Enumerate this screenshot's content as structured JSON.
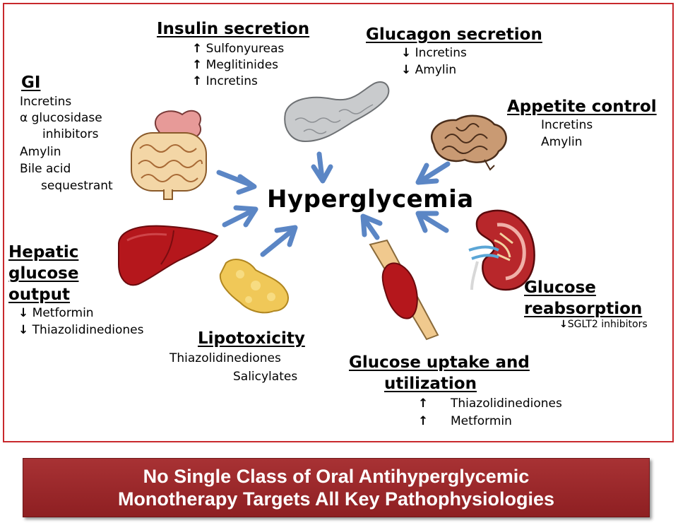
{
  "center": "Hyperglycemia",
  "insulin": {
    "title": "Insulin secretion",
    "items": [
      {
        "mark": "↑",
        "text": "Sulfonyureas"
      },
      {
        "mark": "↑",
        "text": "Meglitinides"
      },
      {
        "mark": "↑",
        "text": "Incretins"
      }
    ]
  },
  "glucagon": {
    "title": "Glucagon secretion",
    "items": [
      {
        "mark": "↓",
        "text": "Incretins"
      },
      {
        "mark": "↓",
        "text": "Amylin"
      }
    ]
  },
  "gi": {
    "title": "GI",
    "lines": [
      "Incretins",
      "α glucosidase",
      "inhibitors",
      "Amylin",
      "Bile acid",
      "sequestrant"
    ]
  },
  "appetite": {
    "title": "Appetite control",
    "lines": [
      "Incretins",
      "Amylin"
    ]
  },
  "hepatic": {
    "title_lines": [
      "Hepatic",
      "glucose",
      "output"
    ],
    "items": [
      {
        "mark": "↓",
        "text": "Metformin"
      },
      {
        "mark": "↓",
        "text": "Thiazolidinediones"
      }
    ]
  },
  "lipotoxicity": {
    "title": "Lipotoxicity",
    "lines": [
      "Thiazolidinediones",
      "Salicylates"
    ]
  },
  "reabsorption": {
    "title_lines": [
      "Glucose",
      "reabsorption"
    ],
    "item": {
      "mark": "↓",
      "text": "SGLT2 inhibitors"
    }
  },
  "uptake": {
    "title_lines": [
      "Glucose uptake and",
      "utilization"
    ],
    "items": [
      {
        "mark": "↑",
        "text": "Thiazolidinediones"
      },
      {
        "mark": "↑",
        "text": "Metformin"
      }
    ]
  },
  "banner": {
    "line1": "No Single Class of Oral Antihyperglycemic",
    "line2": "Monotherapy Targets All Key Pathophysiologies"
  },
  "colors": {
    "frame": "#c8282c",
    "arrow": "#5b86c5",
    "banner": "#9b2a2c",
    "organ_red": "#b5171c"
  },
  "icons": [
    "intestine-icon",
    "pancreas-icon",
    "brain-icon",
    "liver-icon",
    "fat-tissue-icon",
    "muscle-icon",
    "kidney-icon"
  ]
}
